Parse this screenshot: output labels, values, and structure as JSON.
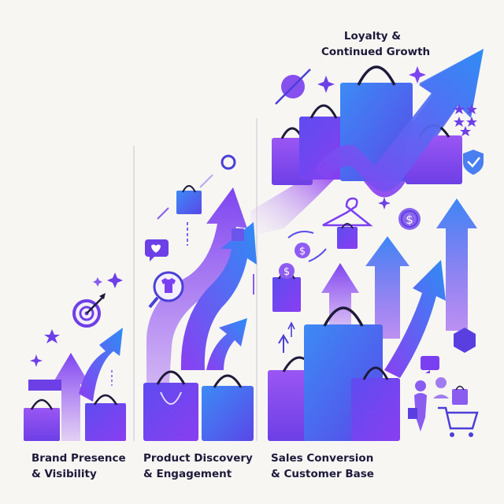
{
  "stages": [
    {
      "line1": "Brand Presence",
      "line2": "& Visibility"
    },
    {
      "line1": "Product Discovery",
      "line2": "& Engagement"
    },
    {
      "line1": "Sales Conversion",
      "line2": "& Customer Base"
    },
    {
      "line1": "Loyalty &",
      "line2": "Continued Growth"
    }
  ],
  "colors": {
    "violet": "#7b3ff2",
    "blue": "#3a8df5",
    "indigo": "#4b3fd8",
    "navy": "#1e1a3a",
    "background": "#f7f6f3"
  },
  "icons": [
    "target-icon",
    "sparkle-icon",
    "star-icon",
    "megaphone-icon",
    "like-bubble-icon",
    "magnifier-tshirt-icon",
    "thumbs-up-icon",
    "hanger-icon",
    "dollar-coin-icon",
    "shield-check-icon",
    "hexagon-icon",
    "chat-cart-icon",
    "shopper-icon",
    "shopping-cart-icon",
    "shopping-bag-icon",
    "growth-arrow-icon"
  ]
}
